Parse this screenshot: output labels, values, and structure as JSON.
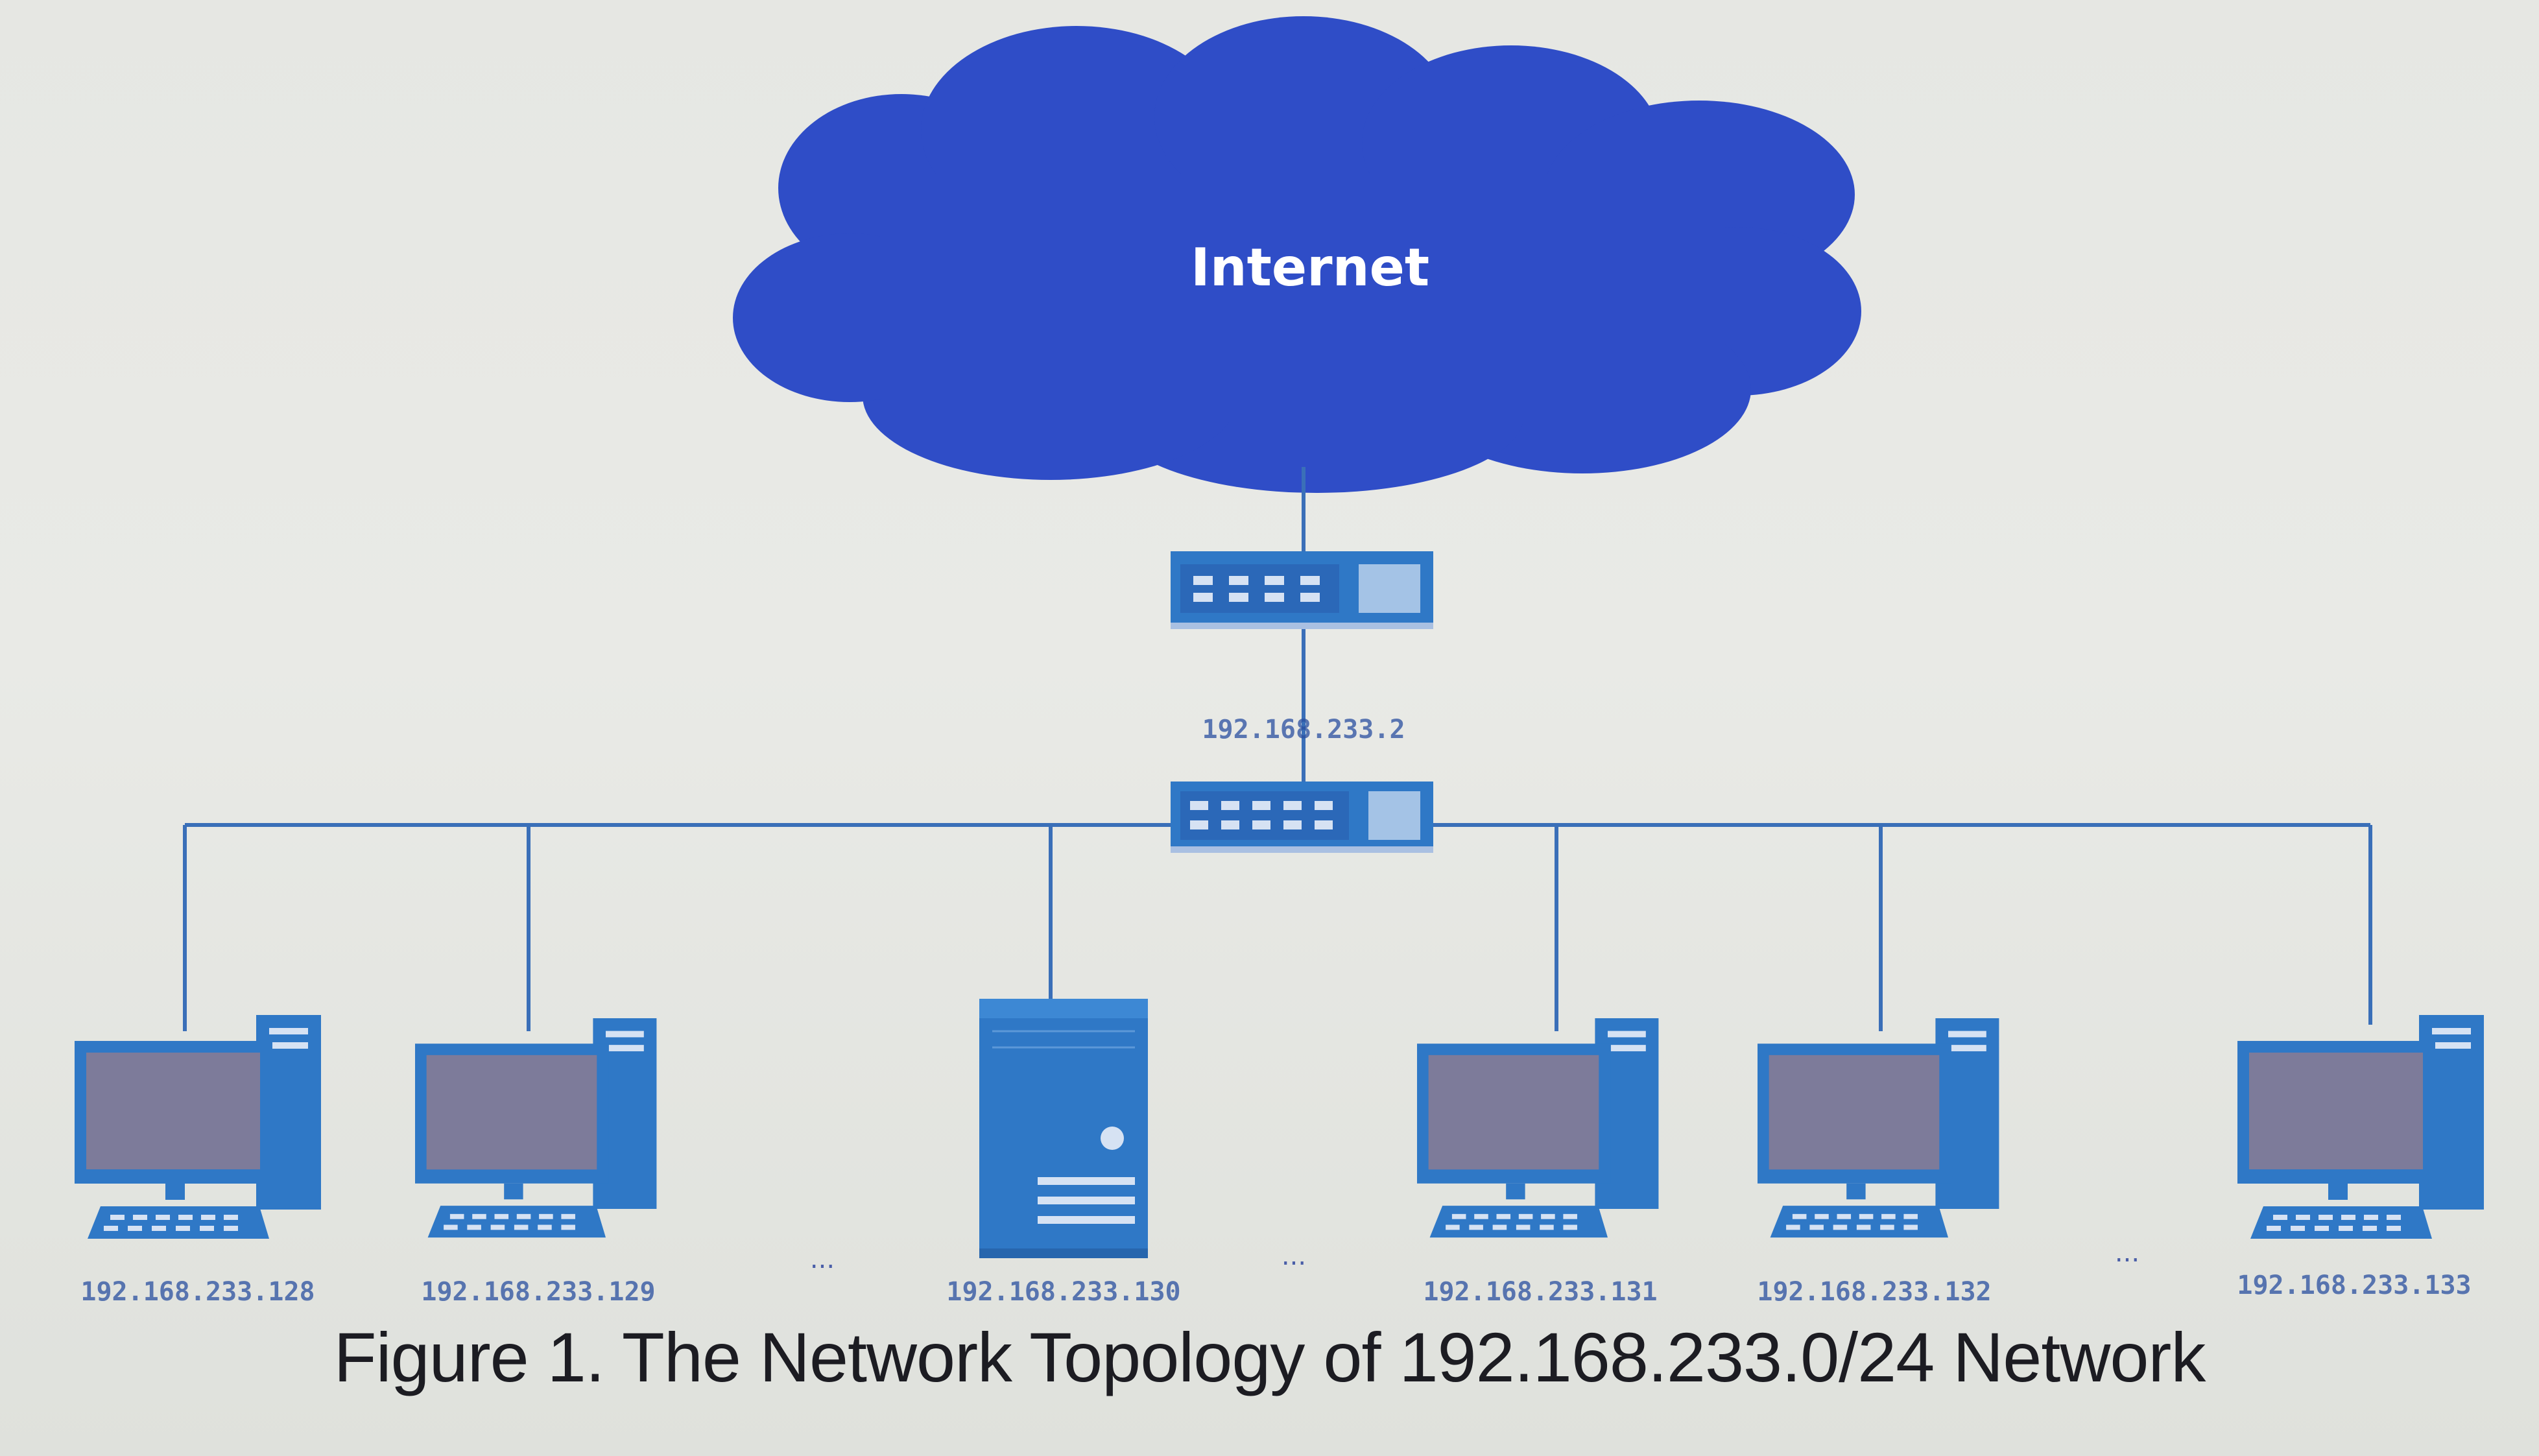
{
  "cloud": {
    "label": "Internet"
  },
  "router": {
    "ip": "192.168.233.2"
  },
  "hosts": [
    {
      "kind": "desktop",
      "ip": "192.168.233.128"
    },
    {
      "kind": "desktop",
      "ip": "192.168.233.129"
    },
    {
      "kind": "server",
      "ip": "192.168.233.130"
    },
    {
      "kind": "desktop",
      "ip": "192.168.233.131"
    },
    {
      "kind": "desktop",
      "ip": "192.168.233.132"
    },
    {
      "kind": "desktop",
      "ip": "192.168.233.133"
    }
  ],
  "ellipsis": "...",
  "caption": "Figure 1. The Network Topology of 192.168.233.0/24 Network",
  "colors": {
    "cloud": "#2f4dc7",
    "device": "#2f78c6",
    "line": "#3a6fb8",
    "screen": "#7d7b9a"
  }
}
